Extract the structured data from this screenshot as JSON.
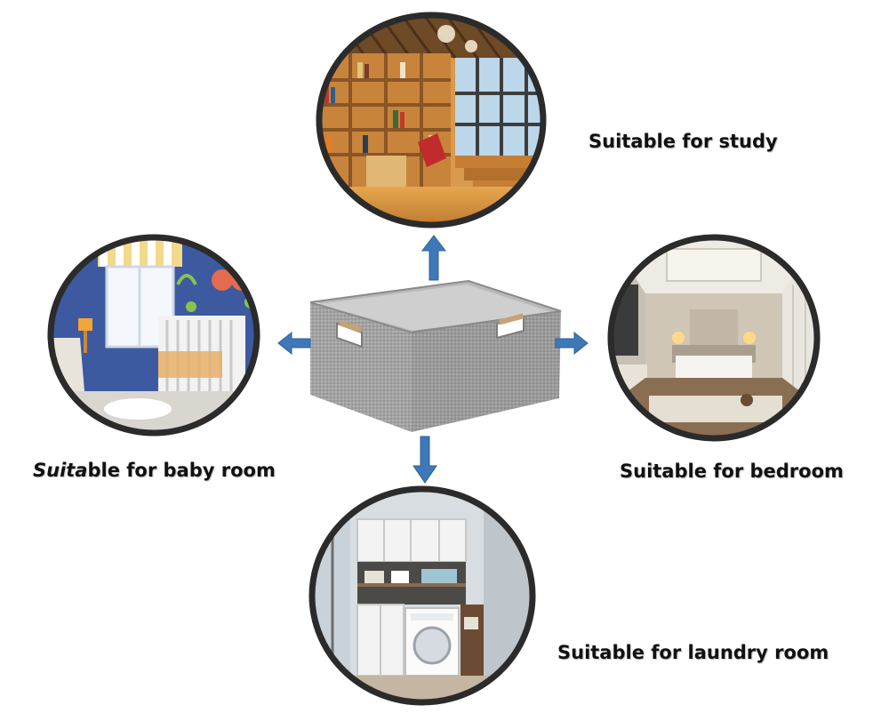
{
  "captions": {
    "study": "Suitable for study",
    "baby_prefix": "Suita",
    "baby_rest": "ble for baby room",
    "bedroom": "Suitable for bedroom",
    "laundry": "Suitable for laundry room"
  },
  "colors": {
    "ring": "#2b2b2b",
    "arrow": "#3e78b8",
    "box": "#9a9a9a",
    "handle": "#c7a274"
  }
}
